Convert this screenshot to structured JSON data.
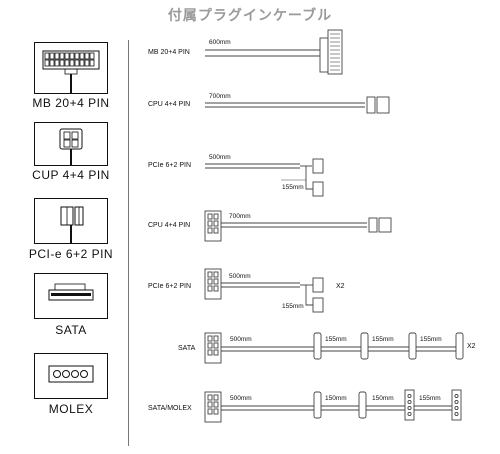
{
  "title": "付属プラグインケーブル",
  "connectors": [
    {
      "label": "MB 20+4 PIN"
    },
    {
      "label": "CUP 4+4 PIN"
    },
    {
      "label": "PCI-e 6+2 PIN"
    },
    {
      "label": "SATA"
    },
    {
      "label": "MOLEX"
    }
  ],
  "cables": [
    {
      "name": "MB 20+4 PIN",
      "lengths": [
        "600mm"
      ]
    },
    {
      "name": "CPU 4+4 PIN",
      "lengths": [
        "700mm"
      ]
    },
    {
      "name": "PCIe 6+2 PIN",
      "lengths": [
        "500mm",
        "155mm"
      ]
    },
    {
      "name": "CPU 4+4 PIN",
      "lengths": [
        "700mm"
      ]
    },
    {
      "name": "PCIe 6+2 PIN",
      "lengths": [
        "500mm",
        "155mm"
      ],
      "multiplier": "X2"
    },
    {
      "name": "SATA",
      "lengths": [
        "500mm",
        "155mm",
        "155mm",
        "155mm"
      ],
      "multiplier": "X2"
    },
    {
      "name": "SATA/MOLEX",
      "lengths": [
        "500mm",
        "150mm",
        "150mm",
        "155mm"
      ]
    }
  ]
}
